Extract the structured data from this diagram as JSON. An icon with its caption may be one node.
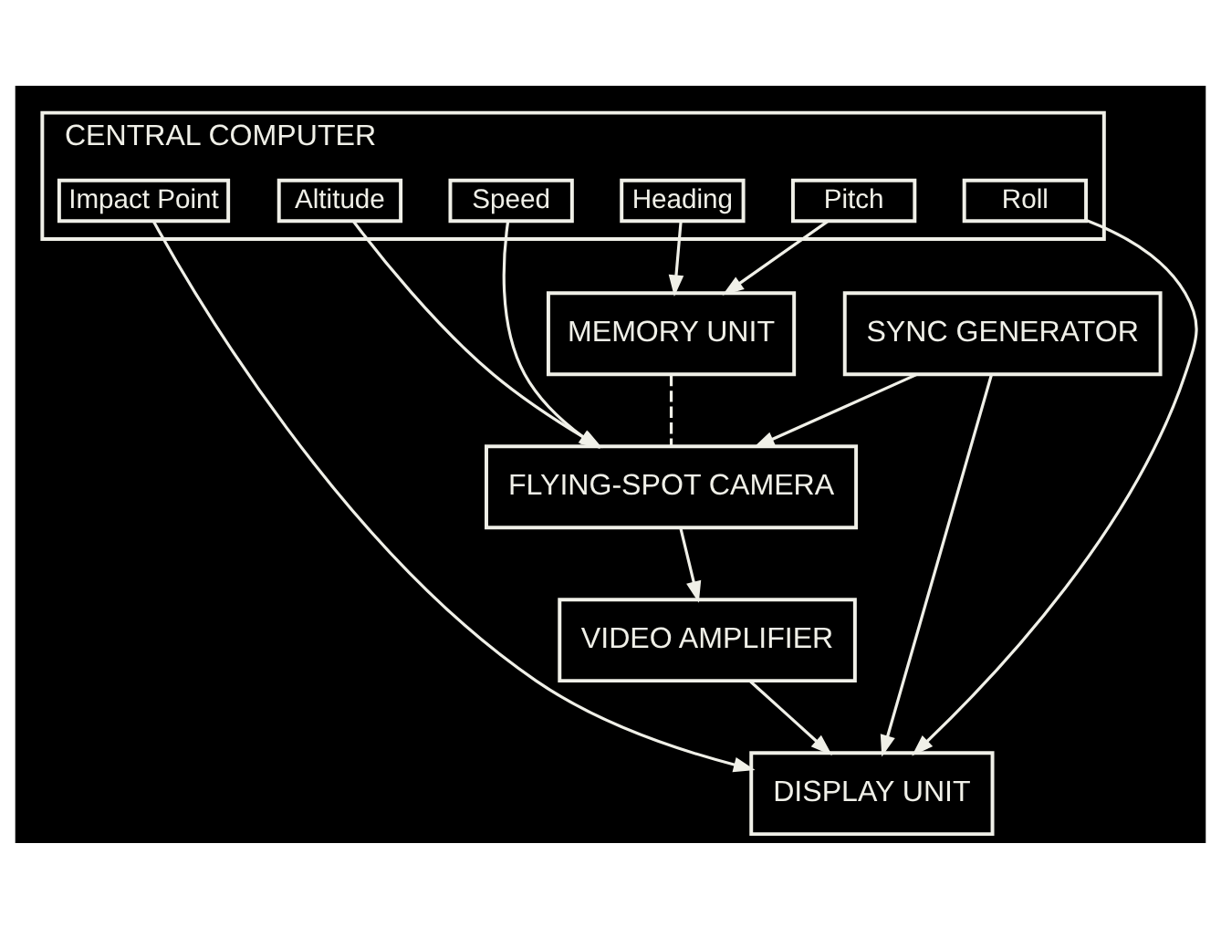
{
  "diagram": {
    "nodes": [
      {
        "text": [
          "CENTRAL COMPUTER"
        ]
      },
      {
        "text": [
          "Heading"
        ],
        "in": 0
      },
      {
        "text": [
          "Pitch"
        ],
        "in": 0
      },
      {
        "text": [
          "Altitude"
        ],
        "in": 0
      },
      {
        "text": [
          "Speed"
        ],
        "in": 0
      },
      {
        "text": [
          "Impact Point"
        ],
        "in": 0
      },
      {
        "text": [
          "Roll"
        ],
        "in": 0
      },
      {
        "text": [
          "SYNC GENERATOR"
        ]
      },
      {
        "text": [
          "MEMORY UNIT"
        ]
      },
      {
        "text": [
          "FLYING-SPOT CAMERA"
        ]
      },
      {
        "text": [
          "VIDEO AMPLIFIER"
        ]
      },
      {
        "text": [
          "DISPLAY UNIT"
        ]
      }
    ],
    "edges": [
      {
        "from": 1,
        "to": 8,
        "arrow": "to"
      },
      {
        "from": 2,
        "to": 8,
        "arrow": "to"
      },
      {
        "from": 3,
        "to": 9,
        "arrow": "to"
      },
      {
        "from": 4,
        "to": 9,
        "arrow": "to"
      },
      {
        "from": 5,
        "to": 11,
        "arrow": "to"
      },
      {
        "from": 6,
        "to": 11,
        "arrow": "to"
      },
      {
        "from": 8,
        "to": 9,
        "arrow": "none",
        "style": "dashed"
      },
      {
        "from": 9,
        "to": 10,
        "arrow": "to"
      },
      {
        "from": 10,
        "to": 11,
        "arrow": "to"
      },
      {
        "from": 7,
        "to": 9,
        "arrow": "to"
      },
      {
        "from": 7,
        "to": 11,
        "arrow": "to"
      }
    ]
  }
}
